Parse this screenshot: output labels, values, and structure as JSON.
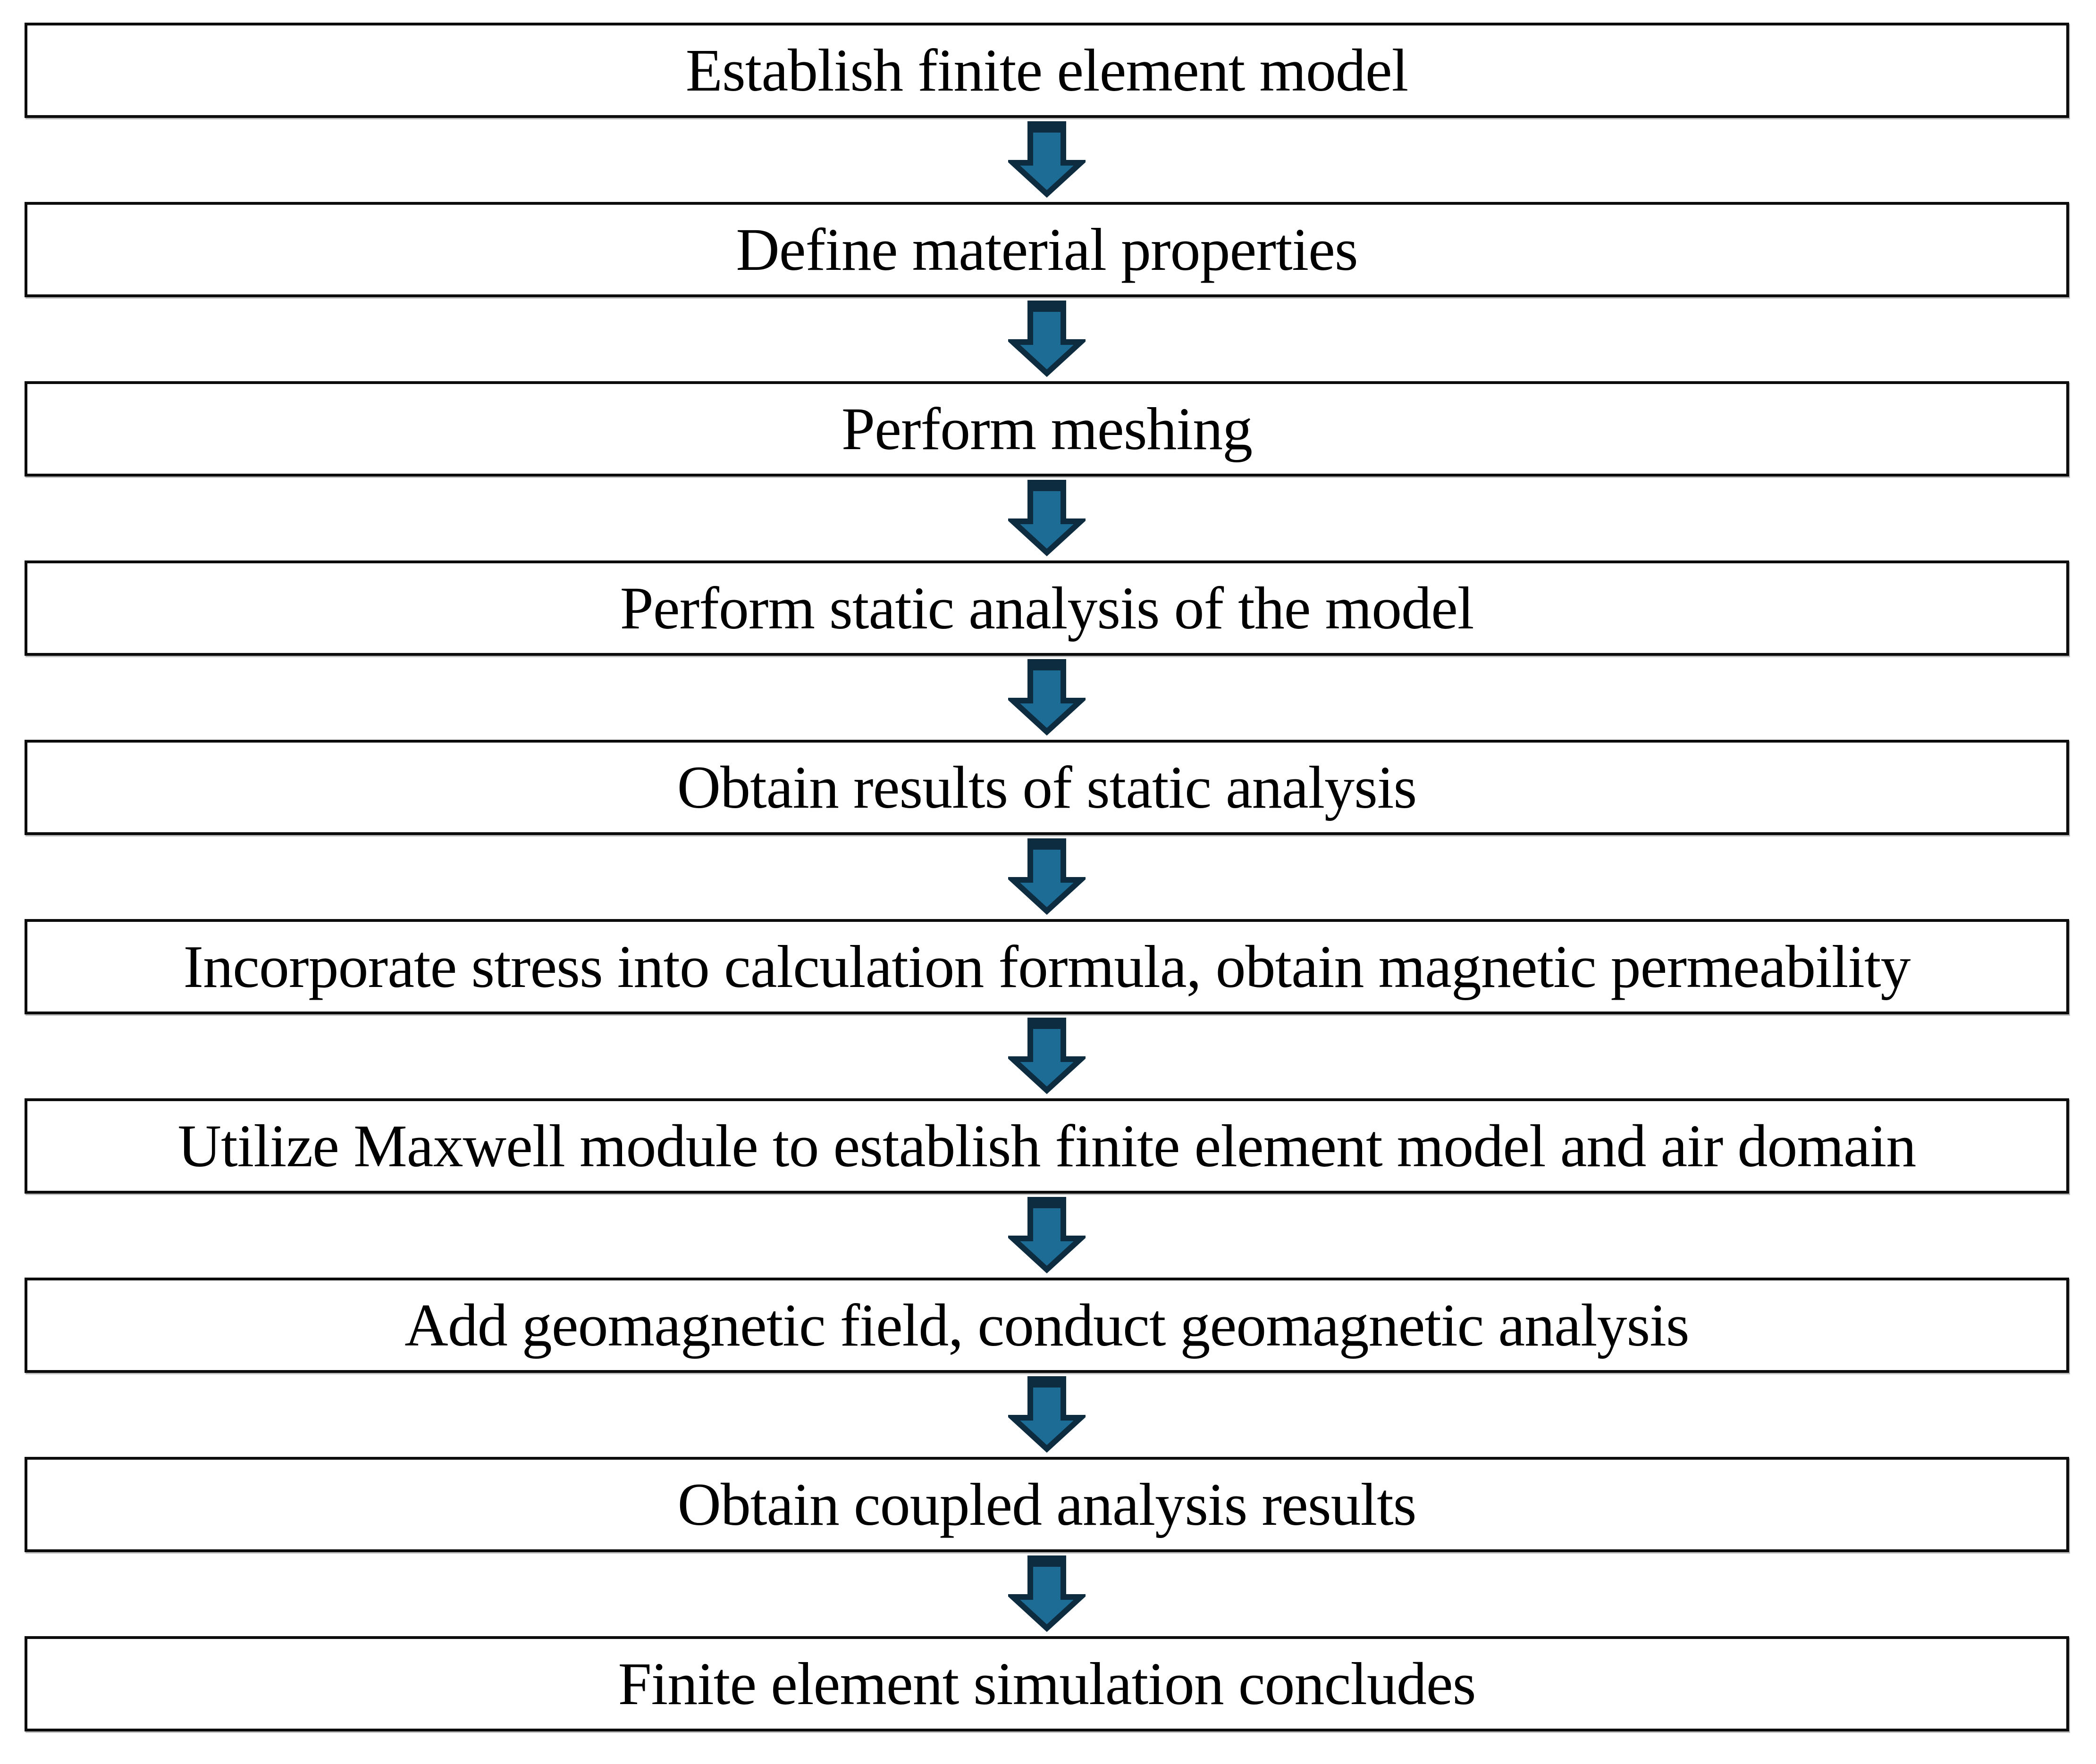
{
  "figure": {
    "type": "flowchart",
    "direction": "top-to-bottom",
    "box_count": 10,
    "connector": "block-down-arrow"
  },
  "colors": {
    "arrow-fill": "#1d6c96",
    "arrow-outline": "#0e2c40",
    "box-border": "#0c0c0c",
    "box-bg": "#ffffff",
    "text": "#000000"
  },
  "steps": [
    "Establish finite element model",
    "Define material properties",
    "Perform meshing",
    "Perform static analysis of the model",
    "Obtain results of static analysis",
    "Incorporate stress into calculation formula, obtain magnetic permeability",
    "Utilize Maxwell module to establish finite element model and air domain",
    "Add geomagnetic field, conduct geomagnetic analysis",
    "Obtain coupled analysis results",
    "Finite element simulation concludes"
  ]
}
